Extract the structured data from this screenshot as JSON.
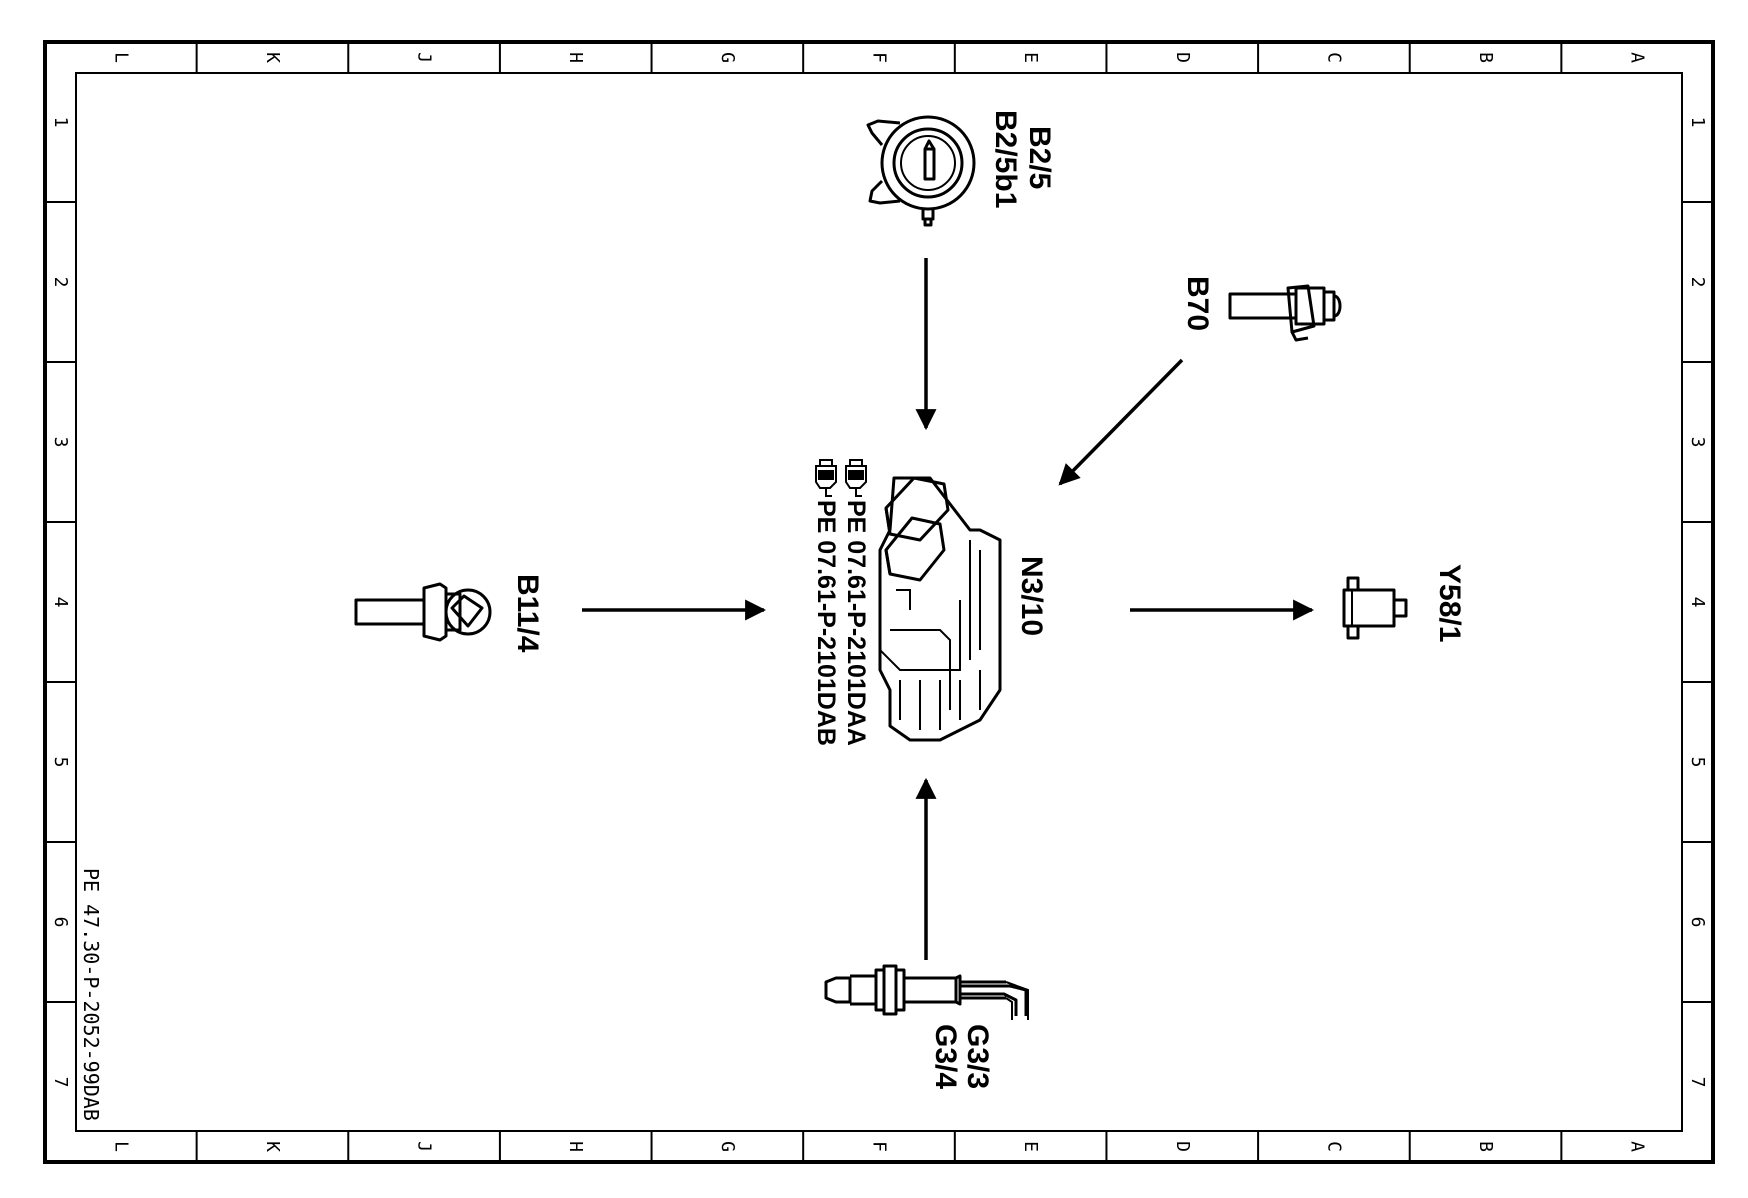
{
  "sheet": {
    "columns": [
      "L",
      "K",
      "J",
      "H",
      "G",
      "F",
      "E",
      "D",
      "C",
      "B",
      "A"
    ],
    "rows": [
      "1",
      "2",
      "3",
      "4",
      "5",
      "6",
      "7"
    ],
    "document_id": "PE 47.30-P-2052-99DAB"
  },
  "components": {
    "rotary_sensor": {
      "label_1": "B2/5",
      "label_2": "B2/5b1",
      "icon": "rotary-position-sensor-icon"
    },
    "crank_sensor": {
      "label": "B70",
      "icon": "crankshaft-sensor-icon"
    },
    "temp_sensor": {
      "label": "B11/4",
      "icon": "temperature-sensor-icon"
    },
    "control_unit": {
      "label": "N3/10",
      "icon": "control-unit-icon",
      "refs": [
        "PE 07.61-P-2101DAA",
        "PE 07.61-P-2101DAB"
      ]
    },
    "valve": {
      "label": "Y58/1",
      "icon": "solenoid-valve-icon"
    },
    "o2_sensor": {
      "label_1": "G3/3",
      "label_2": "G3/4",
      "icon": "oxygen-sensor-icon"
    }
  },
  "colors": {
    "ink": "#000000",
    "paper": "#ffffff"
  }
}
